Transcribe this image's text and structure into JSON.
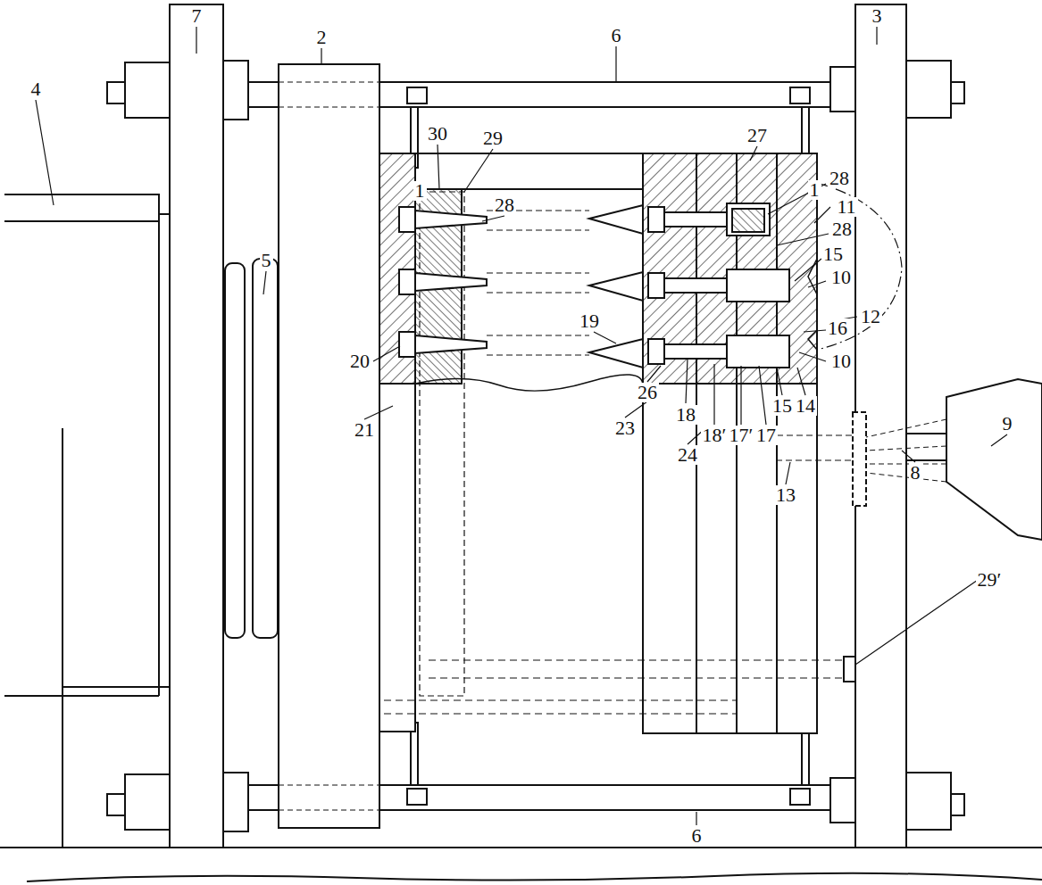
{
  "diagram": {
    "labels": [
      "7",
      "2",
      "6",
      "3",
      "1",
      "30",
      "29",
      "27",
      "1",
      "28",
      "28",
      "11",
      "28",
      "4",
      "15",
      "5",
      "10",
      "12",
      "19",
      "16",
      "20",
      "10",
      "26",
      "15",
      "14",
      "9",
      "18",
      "21",
      "23",
      "18′",
      "17′",
      "17",
      "24",
      "8",
      "13",
      "29′",
      "6"
    ]
  }
}
